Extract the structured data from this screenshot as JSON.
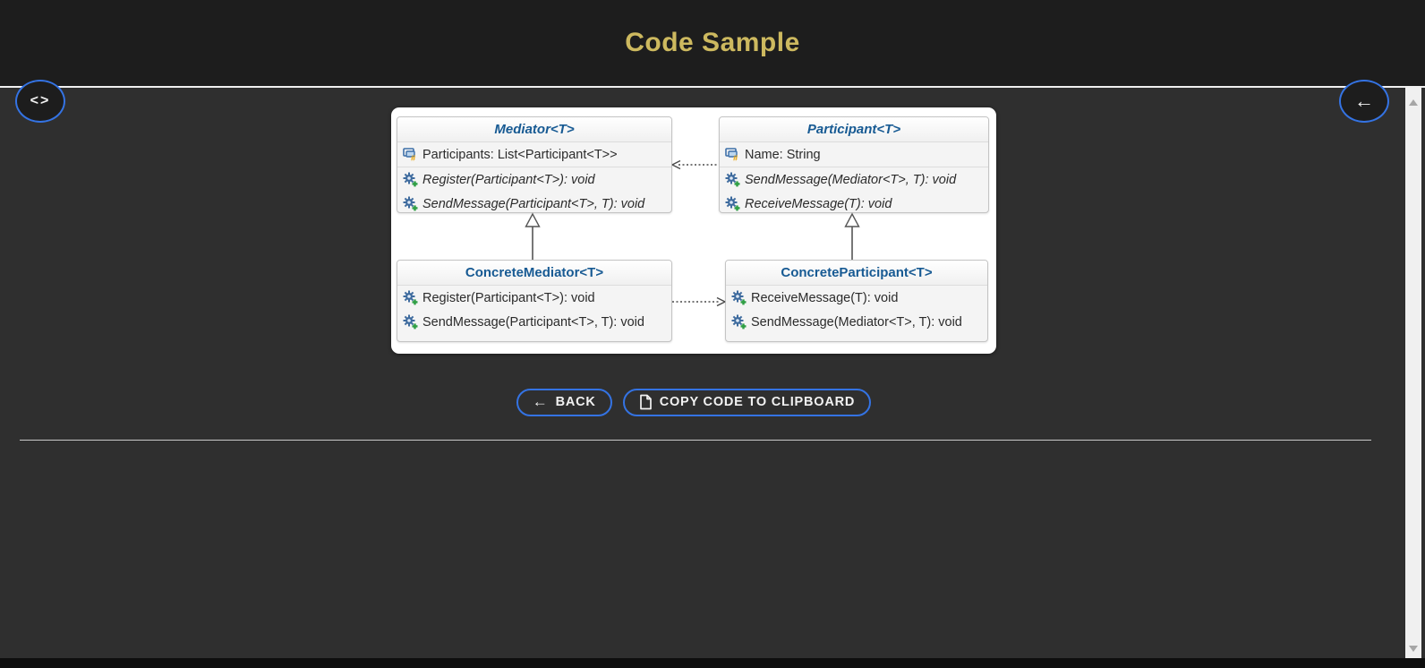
{
  "header": {
    "title": "Code Sample"
  },
  "icons": {
    "code_toggle": "<>",
    "back_circle_arrow": "←",
    "back_button_arrow": "←"
  },
  "diagram": {
    "classes": [
      {
        "name": "Mediator<T>",
        "abstract": true,
        "fields": [
          "Participants: List<Participant<T>>"
        ],
        "methods": [
          "Register(Participant<T>): void",
          "SendMessage(Participant<T>, T): void"
        ]
      },
      {
        "name": "Participant<T>",
        "abstract": true,
        "fields": [
          "Name: String"
        ],
        "methods": [
          "SendMessage(Mediator<T>, T): void",
          "ReceiveMessage(T): void"
        ]
      },
      {
        "name": "ConcreteMediator<T>",
        "abstract": false,
        "fields": [],
        "methods": [
          "Register(Participant<T>): void",
          "SendMessage(Participant<T>, T): void"
        ]
      },
      {
        "name": "ConcreteParticipant<T>",
        "abstract": false,
        "fields": [],
        "methods": [
          "ReceiveMessage(T): void",
          "SendMessage(Mediator<T>, T): void"
        ]
      }
    ],
    "relations": [
      {
        "from": "Participant<T>",
        "to": "Mediator<T>",
        "type": "dashed-association"
      },
      {
        "from": "ConcreteMediator<T>",
        "to": "ConcreteParticipant<T>",
        "type": "dashed-association"
      },
      {
        "from": "ConcreteMediator<T>",
        "to": "Mediator<T>",
        "type": "inheritance"
      },
      {
        "from": "ConcreteParticipant<T>",
        "to": "Participant<T>",
        "type": "inheritance"
      }
    ]
  },
  "actions": {
    "back": "BACK",
    "copy": "COPY CODE TO CLIPBOARD"
  },
  "colors": {
    "accent_blue": "#3473e3",
    "title_gold": "#cdb95f",
    "class_title_navy": "#175a93",
    "header_bg": "#1d1d1d",
    "body_bg": "#2f2f2f"
  }
}
